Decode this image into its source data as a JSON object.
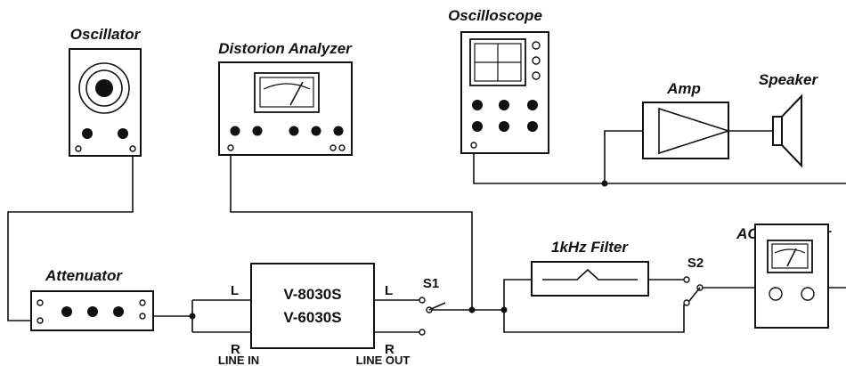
{
  "labels": {
    "oscillator": "Oscillator",
    "distortion_analyzer": "Distorion Analyzer",
    "oscilloscope": "Oscilloscope",
    "amp": "Amp",
    "speaker": "Speaker",
    "ac_voltmeter": "AC voltmeter",
    "filter": "1kHz Filter",
    "attenuator": "Attenuator",
    "dut_line1": "V-8030S",
    "dut_line2": "V-6030S",
    "left_in": "L",
    "right_in": "R",
    "left_out": "L",
    "right_out": "R",
    "line_in": "LINE IN",
    "line_out": "LINE OUT",
    "switch1": "S1",
    "switch2": "S2"
  }
}
